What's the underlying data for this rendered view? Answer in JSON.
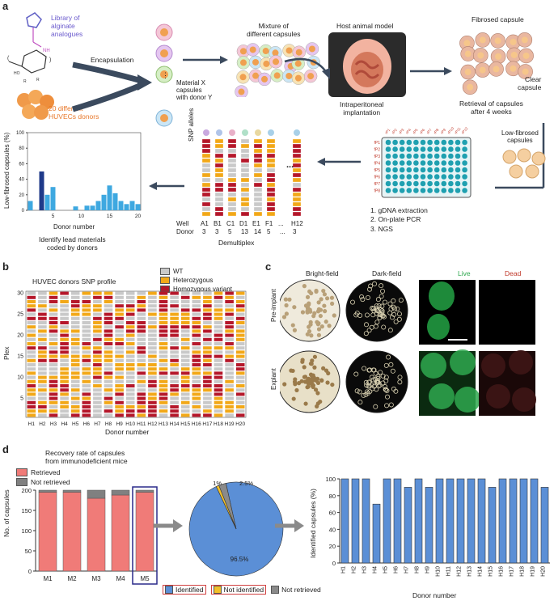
{
  "panel_labels": {
    "a": "a",
    "b": "b",
    "c": "c",
    "d": "d"
  },
  "panel_a": {
    "library": "Library of\nalginate\nanalogues",
    "encapsulation": "Encapsulation",
    "donors": "20 different\nHUVECs donors",
    "material_capsules": "Material X\ncapsules\nwith donor Y",
    "mixture": "Mixture of\ndifferent capsules",
    "host": "Host animal model",
    "implantation": "Intraperitoneal\nimplantation",
    "fibrosed": "Fibrosed capsule",
    "clear": "Clear\ncapsule",
    "retrieval": "Retrieval of capsules\nafter 4 weeks",
    "low_fibrosed": "Low-fibrosed\ncapsules",
    "steps": [
      "1. gDNA extraction",
      "2. On-plate PCR",
      "3. NGS"
    ],
    "plate_rows": [
      "fP1",
      "fP2",
      "fP3",
      "fP4",
      "fP5",
      "fP6",
      "fP7",
      "fP8"
    ],
    "plate_cols": [
      "rP1",
      "rP2",
      "rP3",
      "rP4",
      "rP5",
      "rP6",
      "rP7",
      "rP8",
      "rP9",
      "rP10",
      "rP11",
      "rP12"
    ],
    "snp_alleles": "SNP alleles",
    "well_label": "Well",
    "donor_label": "Donor",
    "wells": [
      "A1",
      "B1",
      "C1",
      "D1",
      "E1",
      "F1",
      "...",
      "H12"
    ],
    "well_donors": [
      "3",
      "3",
      "5",
      "13",
      "14",
      "5",
      "...",
      "3"
    ],
    "demultiplex": "Demultiplex",
    "ellipsis": "...",
    "identify": "Identify lead materials\ncoded by donors",
    "mini_chart": {
      "ylabel": "Low-fibrosed capsules (%)",
      "xlabel": "Donor number",
      "yticks": [
        "0",
        "20",
        "40",
        "60",
        "80",
        "100"
      ],
      "xticks": [
        "5",
        "10",
        "15",
        "20"
      ]
    }
  },
  "panel_b": {
    "title": "HUVEC donors SNP profile",
    "legend": [
      "WT",
      "Heterozygous",
      "Homozygous variant"
    ],
    "colors": {
      "WT": "#c9c9c9",
      "Heterozygous": "#f2a818",
      "Homozygous": "#b5172a"
    },
    "ylabel": "Plex",
    "xlabel": "Donor number",
    "yticks": [
      "5",
      "10",
      "15",
      "20",
      "25",
      "30"
    ],
    "xticks": [
      "H1",
      "H2",
      "H3",
      "H4",
      "H5",
      "H6",
      "H7",
      "H8",
      "H9",
      "H10",
      "H11",
      "H12",
      "H13",
      "H14",
      "H15",
      "H16",
      "H17",
      "H18",
      "H19",
      "H20"
    ]
  },
  "panel_c": {
    "cols": [
      "Bright-field",
      "Dark-field",
      "Live",
      "Dead"
    ],
    "rows": [
      "Pre-implant",
      "Explant"
    ],
    "col_colors": {
      "Live": "#2fa84f",
      "Dead": "#c0392b"
    }
  },
  "chart_data": [
    {
      "type": "bar",
      "title": "Recovery rate of capsules\nfrom immunodeficient mice",
      "categories": [
        "M1",
        "M2",
        "M3",
        "M4",
        "M5"
      ],
      "series": [
        {
          "name": "Retrieved",
          "values": [
            195,
            195,
            180,
            188,
            195
          ],
          "color": "#f07b78"
        },
        {
          "name": "Not retrieved",
          "values": [
            5,
            5,
            20,
            12,
            5
          ],
          "color": "#808080"
        }
      ],
      "ylabel": "No. of capsules",
      "ylim": [
        0,
        200
      ],
      "yticks": [
        "0",
        "50",
        "100",
        "150",
        "200"
      ]
    },
    {
      "type": "pie",
      "categories": [
        "Identified",
        "Not identified",
        "Not retrieved"
      ],
      "values": [
        96.5,
        1,
        2.5
      ],
      "labels": [
        "96.5%",
        "1%",
        "2.5%"
      ],
      "colors": [
        "#5b8fd6",
        "#f2c029",
        "#8a8a8a"
      ]
    },
    {
      "type": "bar",
      "categories": [
        "H1",
        "H2",
        "H3",
        "H4",
        "H5",
        "H6",
        "H7",
        "H8",
        "H9",
        "H10",
        "H11",
        "H12",
        "H13",
        "H14",
        "H15",
        "H16",
        "H17",
        "H18",
        "H19",
        "H20"
      ],
      "values": [
        100,
        100,
        100,
        70,
        100,
        100,
        90,
        100,
        90,
        100,
        100,
        100,
        100,
        100,
        90,
        100,
        100,
        100,
        100,
        90
      ],
      "ylabel": "Identified capsules (%)",
      "xlabel": "Donor number",
      "ylim": [
        0,
        100
      ],
      "yticks": [
        "0",
        "20",
        "40",
        "60",
        "80",
        "100"
      ],
      "color": "#5b8fd6"
    }
  ]
}
